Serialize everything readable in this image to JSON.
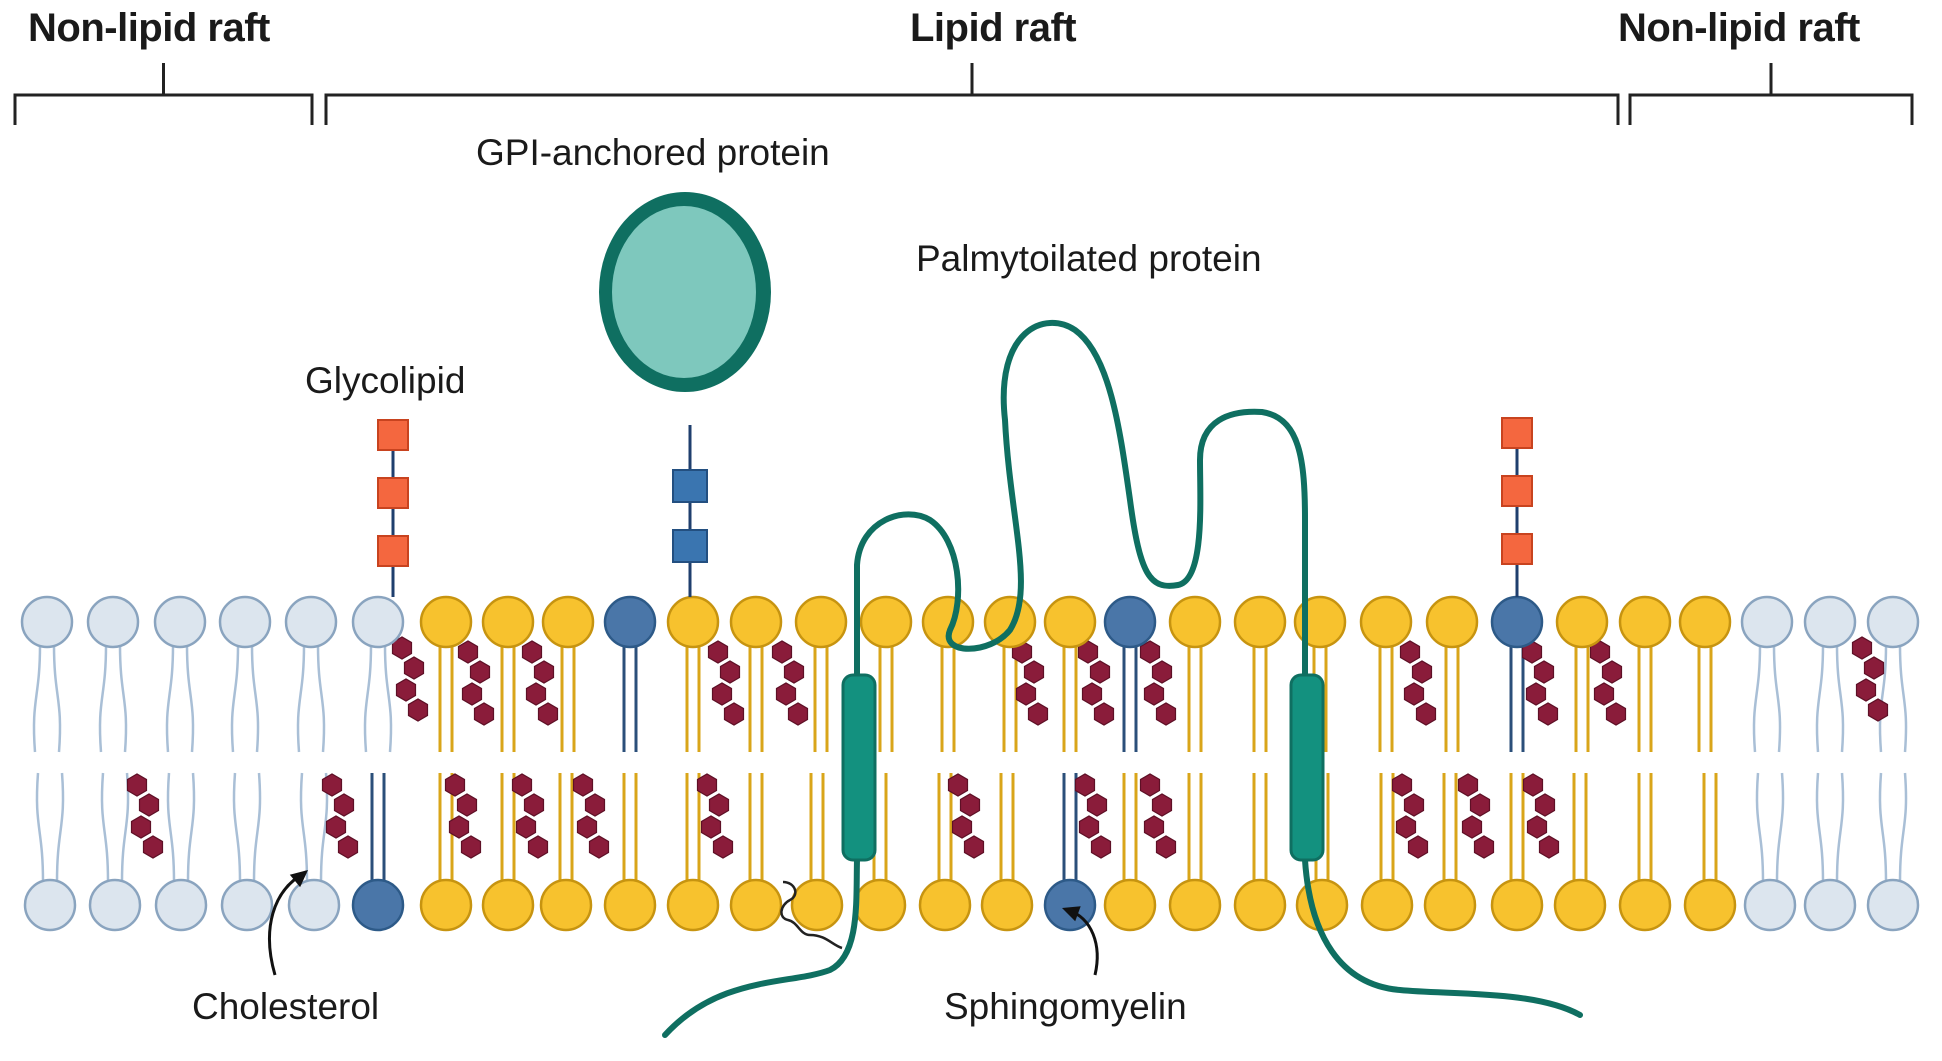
{
  "regions": {
    "left": "Non-lipid raft",
    "center": "Lipid raft",
    "right": "Non-lipid raft"
  },
  "labels": {
    "gpi": "GPI-anchored protein",
    "palmitoylated": "Palmytoilated protein",
    "glycolipid": "Glycolipid",
    "cholesterol": "Cholesterol",
    "sphingomyelin": "Sphingomyelin"
  },
  "colors": {
    "non_raft_lipid": "#dce5ee",
    "non_raft_outline": "#8aa4bf",
    "raft_lipid": "#f7c22e",
    "raft_outline": "#c79410",
    "sphingo_dark": "#4a76a8",
    "cholesterol": "#8a1c3a",
    "protein": "#13917f",
    "protein_dark": "#0f6f61",
    "sugar": "#f4673f",
    "anchor_blue": "#3a75b0"
  },
  "icons": [
    "bracket-icon",
    "lipid-icon",
    "cholesterol-icon",
    "sugar-chain-icon",
    "protein-icon",
    "arrow-icon"
  ]
}
